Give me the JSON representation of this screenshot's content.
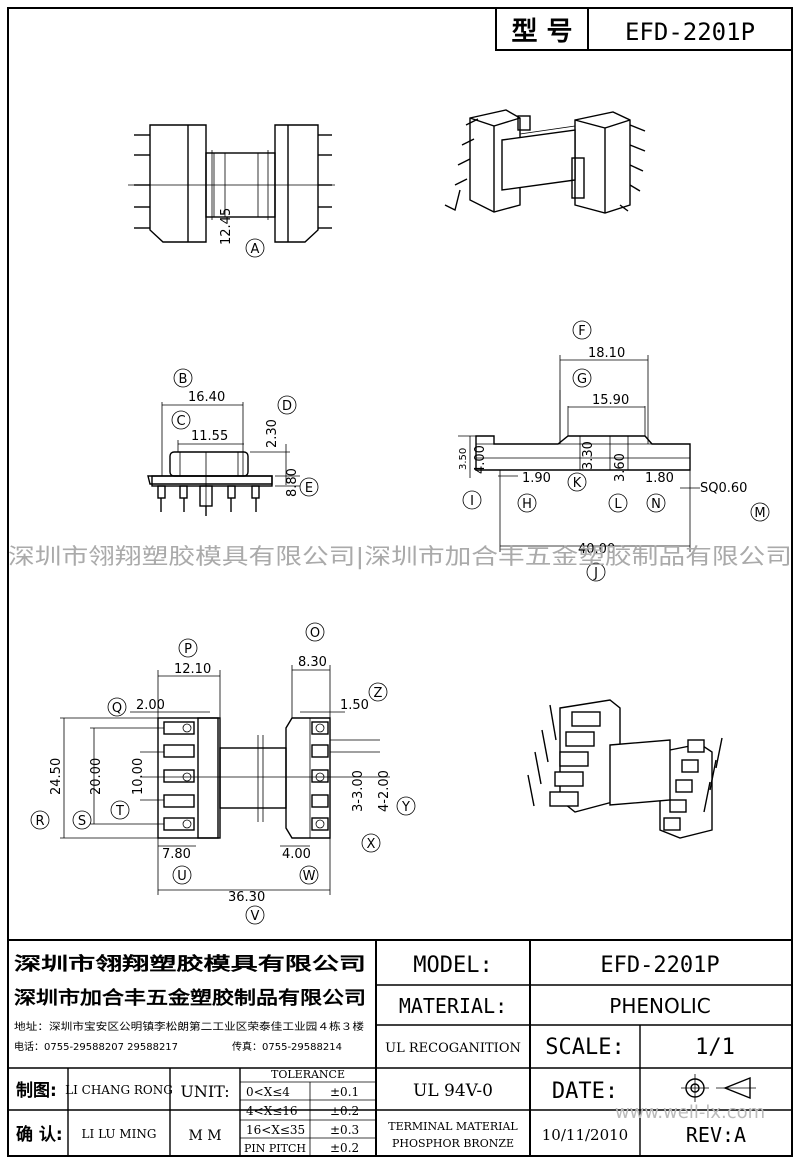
{
  "title_block_top": {
    "label": "型 号",
    "value": "EFD-2201P"
  },
  "watermark_line": "深圳市翎翔塑胶模具有限公司|深圳市加合丰五金塑胶制品有限公司",
  "view_top": {
    "dims": [
      "12.45"
    ],
    "labels": [
      "A"
    ]
  },
  "view_side": {
    "dims": [
      "16.40",
      "11.55",
      "2.30",
      "8.80"
    ],
    "labels": [
      "B",
      "C",
      "D",
      "E"
    ]
  },
  "view_front": {
    "dims": [
      "18.10",
      "15.90",
      "3.50",
      "4.00",
      "1.90",
      "3.30",
      "3.60",
      "1.80",
      "SQ0.60",
      "40.00"
    ],
    "labels": [
      "F",
      "G",
      "I",
      "H",
      "K",
      "L",
      "N",
      "M",
      "J"
    ]
  },
  "view_bottom": {
    "dims": [
      "12.10",
      "8.30",
      "2.00",
      "1.50",
      "24.50",
      "20.00",
      "10.00",
      "3-3.00",
      "4-2.00",
      "7.80",
      "4.00",
      "36.30"
    ],
    "labels": [
      "P",
      "O",
      "Q",
      "Z",
      "R",
      "S",
      "T",
      "Y",
      "X",
      "U",
      "W",
      "V"
    ]
  },
  "title_block": {
    "company1": "深圳市翎翔塑胶模具有限公司",
    "company2": "深圳市加合丰五金塑胶制品有限公司",
    "address": "地址：深圳市宝安区公明镇李松朗第二工业区荣泰佳工业园４栋３楼",
    "phone": "电话：0755-29588207  29588217",
    "fax": "传真：0755-29588214",
    "drawn_label": "制图:",
    "drawn_by": "LI CHANG RONG",
    "checked_label": "确 认:",
    "checked_by": "LI LU MING",
    "unit_label": "UNIT:",
    "unit_value": "M M",
    "tolerance_title": "TOLERANCE",
    "tolerances": [
      {
        "range": "0<X≤4",
        "value": "±0.1"
      },
      {
        "range": "4<X≤16",
        "value": "±0.2"
      },
      {
        "range": "16<X≤35",
        "value": "±0.3"
      },
      {
        "range": "PIN PITCH",
        "value": "±0.2"
      }
    ],
    "model_label": "MODEL:",
    "model_value": "EFD-2201P",
    "material_label": "MATERIAL:",
    "material_value": "PHENOLIC",
    "ul_label": "UL RECOGANITION",
    "ul_value": "UL 94V-0",
    "scale_label": "SCALE:",
    "scale_value": "1/1",
    "date_label": "DATE:",
    "terminal_label": "TERMINAL MATERIAL",
    "terminal_value": "PHOSPHOR  BRONZE",
    "date_value": "10/11/2010",
    "rev": "REV:A",
    "watermark_url": "www.well-lx.com"
  }
}
